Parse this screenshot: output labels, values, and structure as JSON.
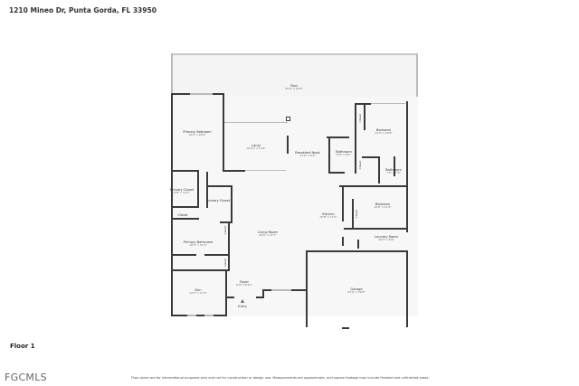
{
  "header": {
    "address": "1210 Mineo Dr, Punta Gorda, FL 33950"
  },
  "floor": {
    "label": "Floor 1"
  },
  "brand": {
    "logo_text": "FGCMLS"
  },
  "footer": {
    "disclaimer": "Floor plans are for informational purposes only and not for construction or design use. Measurements are approximate, and square footage may include finished and unfinished areas."
  },
  "rooms": {
    "pool": {
      "name": "Pool",
      "dims": "43'4\" x 22'3\""
    },
    "primary_bedroom": {
      "name": "Primary Bedroom",
      "dims": "14'0\" x 20'9\""
    },
    "lanai": {
      "name": "Lanai",
      "dims": "16'10\" x 13'4\""
    },
    "breakfast_nook": {
      "name": "Breakfast Nook",
      "dims": "11'6\" x 8'3\""
    },
    "bathroom_1": {
      "name": "Bathroom",
      "dims": "8'9\" x 8'2\""
    },
    "bedroom_1": {
      "name": "Bedroom",
      "dims": "11'3\" x 16'8\""
    },
    "bathroom_2": {
      "name": "Bathroom",
      "dims": "7'5\" x 7'9\""
    },
    "primary_closet_1": {
      "name": "Primary Closet",
      "dims": "6'8\" x 10'1\""
    },
    "primary_closet_2": {
      "name": "Primary Closet",
      "dims": ""
    },
    "closet_a": {
      "name": "Closet"
    },
    "closet_b": {
      "name": "Closet"
    },
    "closet_c": {
      "name": "Closet"
    },
    "closet_d": {
      "name": "Closet"
    },
    "closet_e": {
      "name": "Closet"
    },
    "closet_f": {
      "name": "Closet"
    },
    "kitchen": {
      "name": "Kitchen",
      "dims": "15'8\" x 17'1\""
    },
    "bedroom_2": {
      "name": "Bedroom",
      "dims": "10'8\" x 11'5\""
    },
    "laundry_room": {
      "name": "Laundry Room",
      "dims": "10'3\" x 6'9\""
    },
    "living_room": {
      "name": "Living Room",
      "dims": "20'0\" x 27'7\""
    },
    "primary_bathroom": {
      "name": "Primary Bathroom",
      "dims": "16'3\" x 11'4\""
    },
    "den": {
      "name": "Den",
      "dims": "13'3\" x 11'9\""
    },
    "foyer": {
      "name": "Foyer",
      "dims": "8'9\" x 8'10\""
    },
    "entry": {
      "name": "Entry"
    },
    "garage": {
      "name": "Garage",
      "dims": "21'9\" x 22'6\""
    }
  }
}
